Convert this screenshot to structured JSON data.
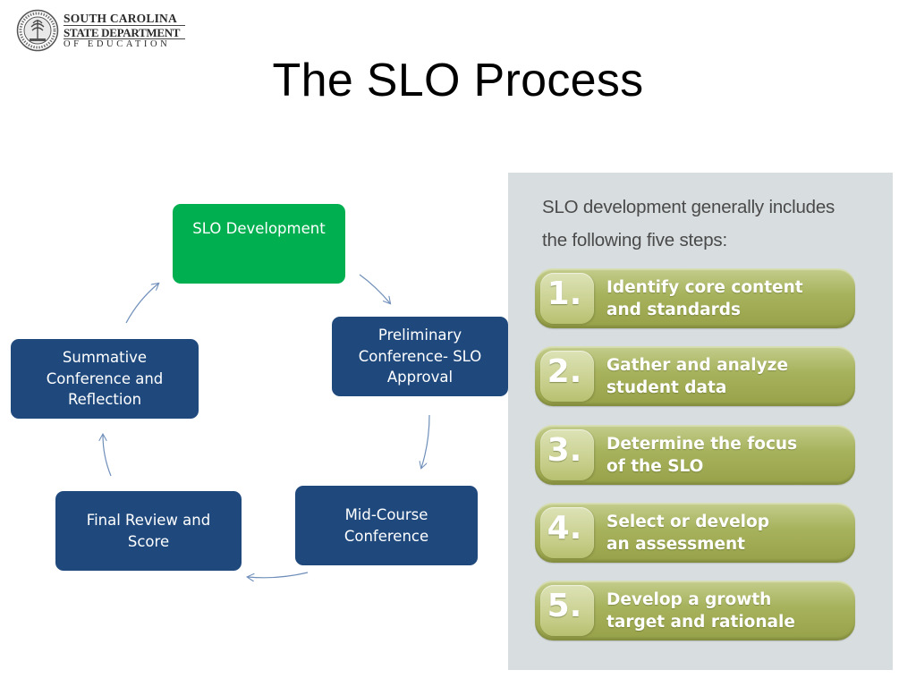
{
  "logo": {
    "line1": "SOUTH CAROLINA",
    "line2": "STATE DEPARTMENT",
    "line3": "OF EDUCATION"
  },
  "title": "The SLO Process",
  "cycle": {
    "slo_development": [
      "SLO Development"
    ],
    "preliminary_conference": [
      "Preliminary",
      "Conference- SLO",
      "Approval"
    ],
    "mid_course_conference": [
      "Mid-Course",
      "Conference"
    ],
    "final_review": [
      "Final Review and",
      "Score"
    ],
    "summative_conference": [
      "Summative",
      "Conference and",
      "Reflection"
    ]
  },
  "steps_panel": {
    "heading_lines": [
      "SLO development generally includes",
      "the following five steps:"
    ],
    "steps": [
      {
        "number": "1.",
        "lines": [
          "Identify core content",
          "and standards"
        ]
      },
      {
        "number": "2.",
        "lines": [
          "Gather and analyze",
          "student data"
        ]
      },
      {
        "number": "3.",
        "lines": [
          "Determine the focus",
          "of the SLO"
        ]
      },
      {
        "number": "4.",
        "lines": [
          "Select or develop",
          "an assessment"
        ]
      },
      {
        "number": "5.",
        "lines": [
          "Develop a growth",
          "target and rationale"
        ]
      }
    ]
  },
  "colors": {
    "green_box": "#00b050",
    "blue_box": "#1f497d",
    "arrow": "#6f8fba",
    "panel_bg": "#d8dddf",
    "step_olive": "#a7b25c"
  }
}
